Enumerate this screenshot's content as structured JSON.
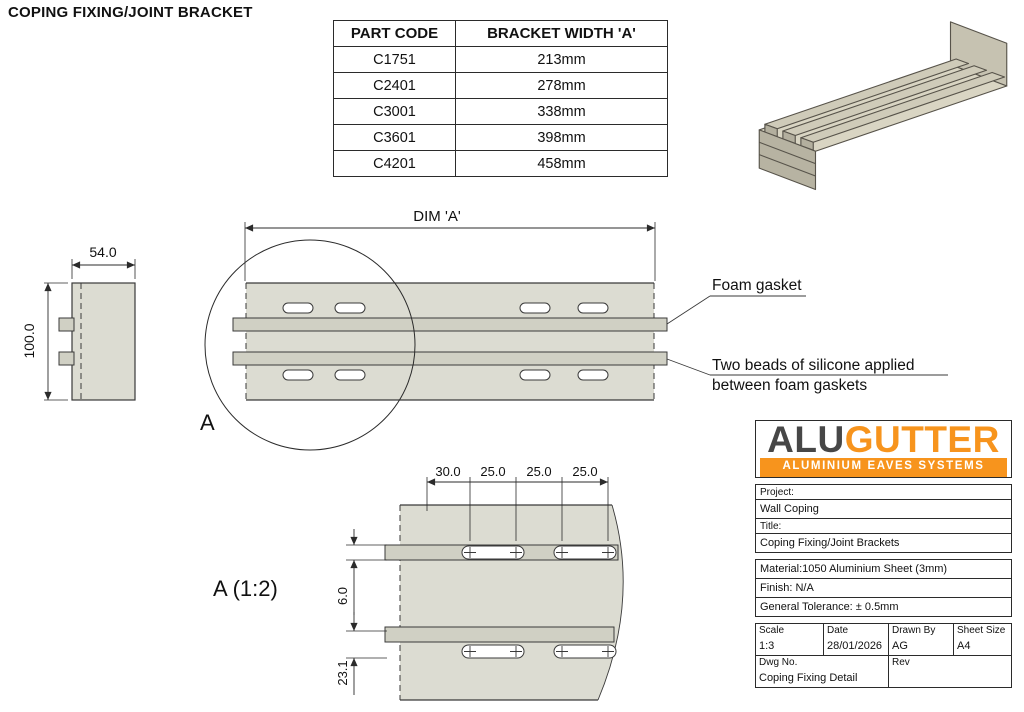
{
  "page": {
    "title": "COPING FIXING/JOINT BRACKET"
  },
  "parts_table": {
    "headers": [
      "PART CODE",
      "BRACKET WIDTH 'A'"
    ],
    "rows": [
      {
        "code": "C1751",
        "width": "213mm"
      },
      {
        "code": "C2401",
        "width": "278mm"
      },
      {
        "code": "C3001",
        "width": "338mm"
      },
      {
        "code": "C3601",
        "width": "398mm"
      },
      {
        "code": "C4201",
        "width": "458mm"
      }
    ]
  },
  "front_view": {
    "dim_a_label": "DIM 'A'",
    "detail_marker": "A",
    "foam_gasket_note": "Foam gasket",
    "silicone_note_line1": "Two beads of silicone applied",
    "silicone_note_line2": "between foam gaskets"
  },
  "side_view": {
    "width_dim": "54.0",
    "height_dim": "100.0"
  },
  "detail_view": {
    "label": "A (1:2)",
    "top_dims": [
      "30.0",
      "25.0",
      "25.0",
      "25.0"
    ],
    "gasket_thickness_dim": "6.0",
    "edge_offset_dim": "23.1"
  },
  "title_block": {
    "logo": {
      "alu": "ALU",
      "gutter": "GUTTER",
      "tagline": "ALUMINIUM EAVES SYSTEMS"
    },
    "project_label": "Project:",
    "project_value": "Wall Coping",
    "title_label": "Title:",
    "title_value": "Coping Fixing/Joint Brackets",
    "material": "Material:1050 Aluminium Sheet (3mm)",
    "finish": "Finish: N/A",
    "tolerance": "General Tolerance: ± 0.5mm",
    "scale_label": "Scale",
    "scale_value": "1:3",
    "date_label": "Date",
    "date_value": "28/01/2026",
    "drawn_by_label": "Drawn By",
    "drawn_by_value": "AG",
    "sheet_size_label": "Sheet Size",
    "sheet_size_value": "A4",
    "dwg_no_label": "Dwg No.",
    "dwg_no_value": "Coping Fixing Detail",
    "rev_label": "Rev",
    "rev_value": ""
  },
  "colors": {
    "brand_orange": "#F7941D",
    "logo_gray": "#474747",
    "plate_fill": "#DCDCD2",
    "gasket_fill": "#D0D0C4",
    "line": "#3A3A3A"
  }
}
